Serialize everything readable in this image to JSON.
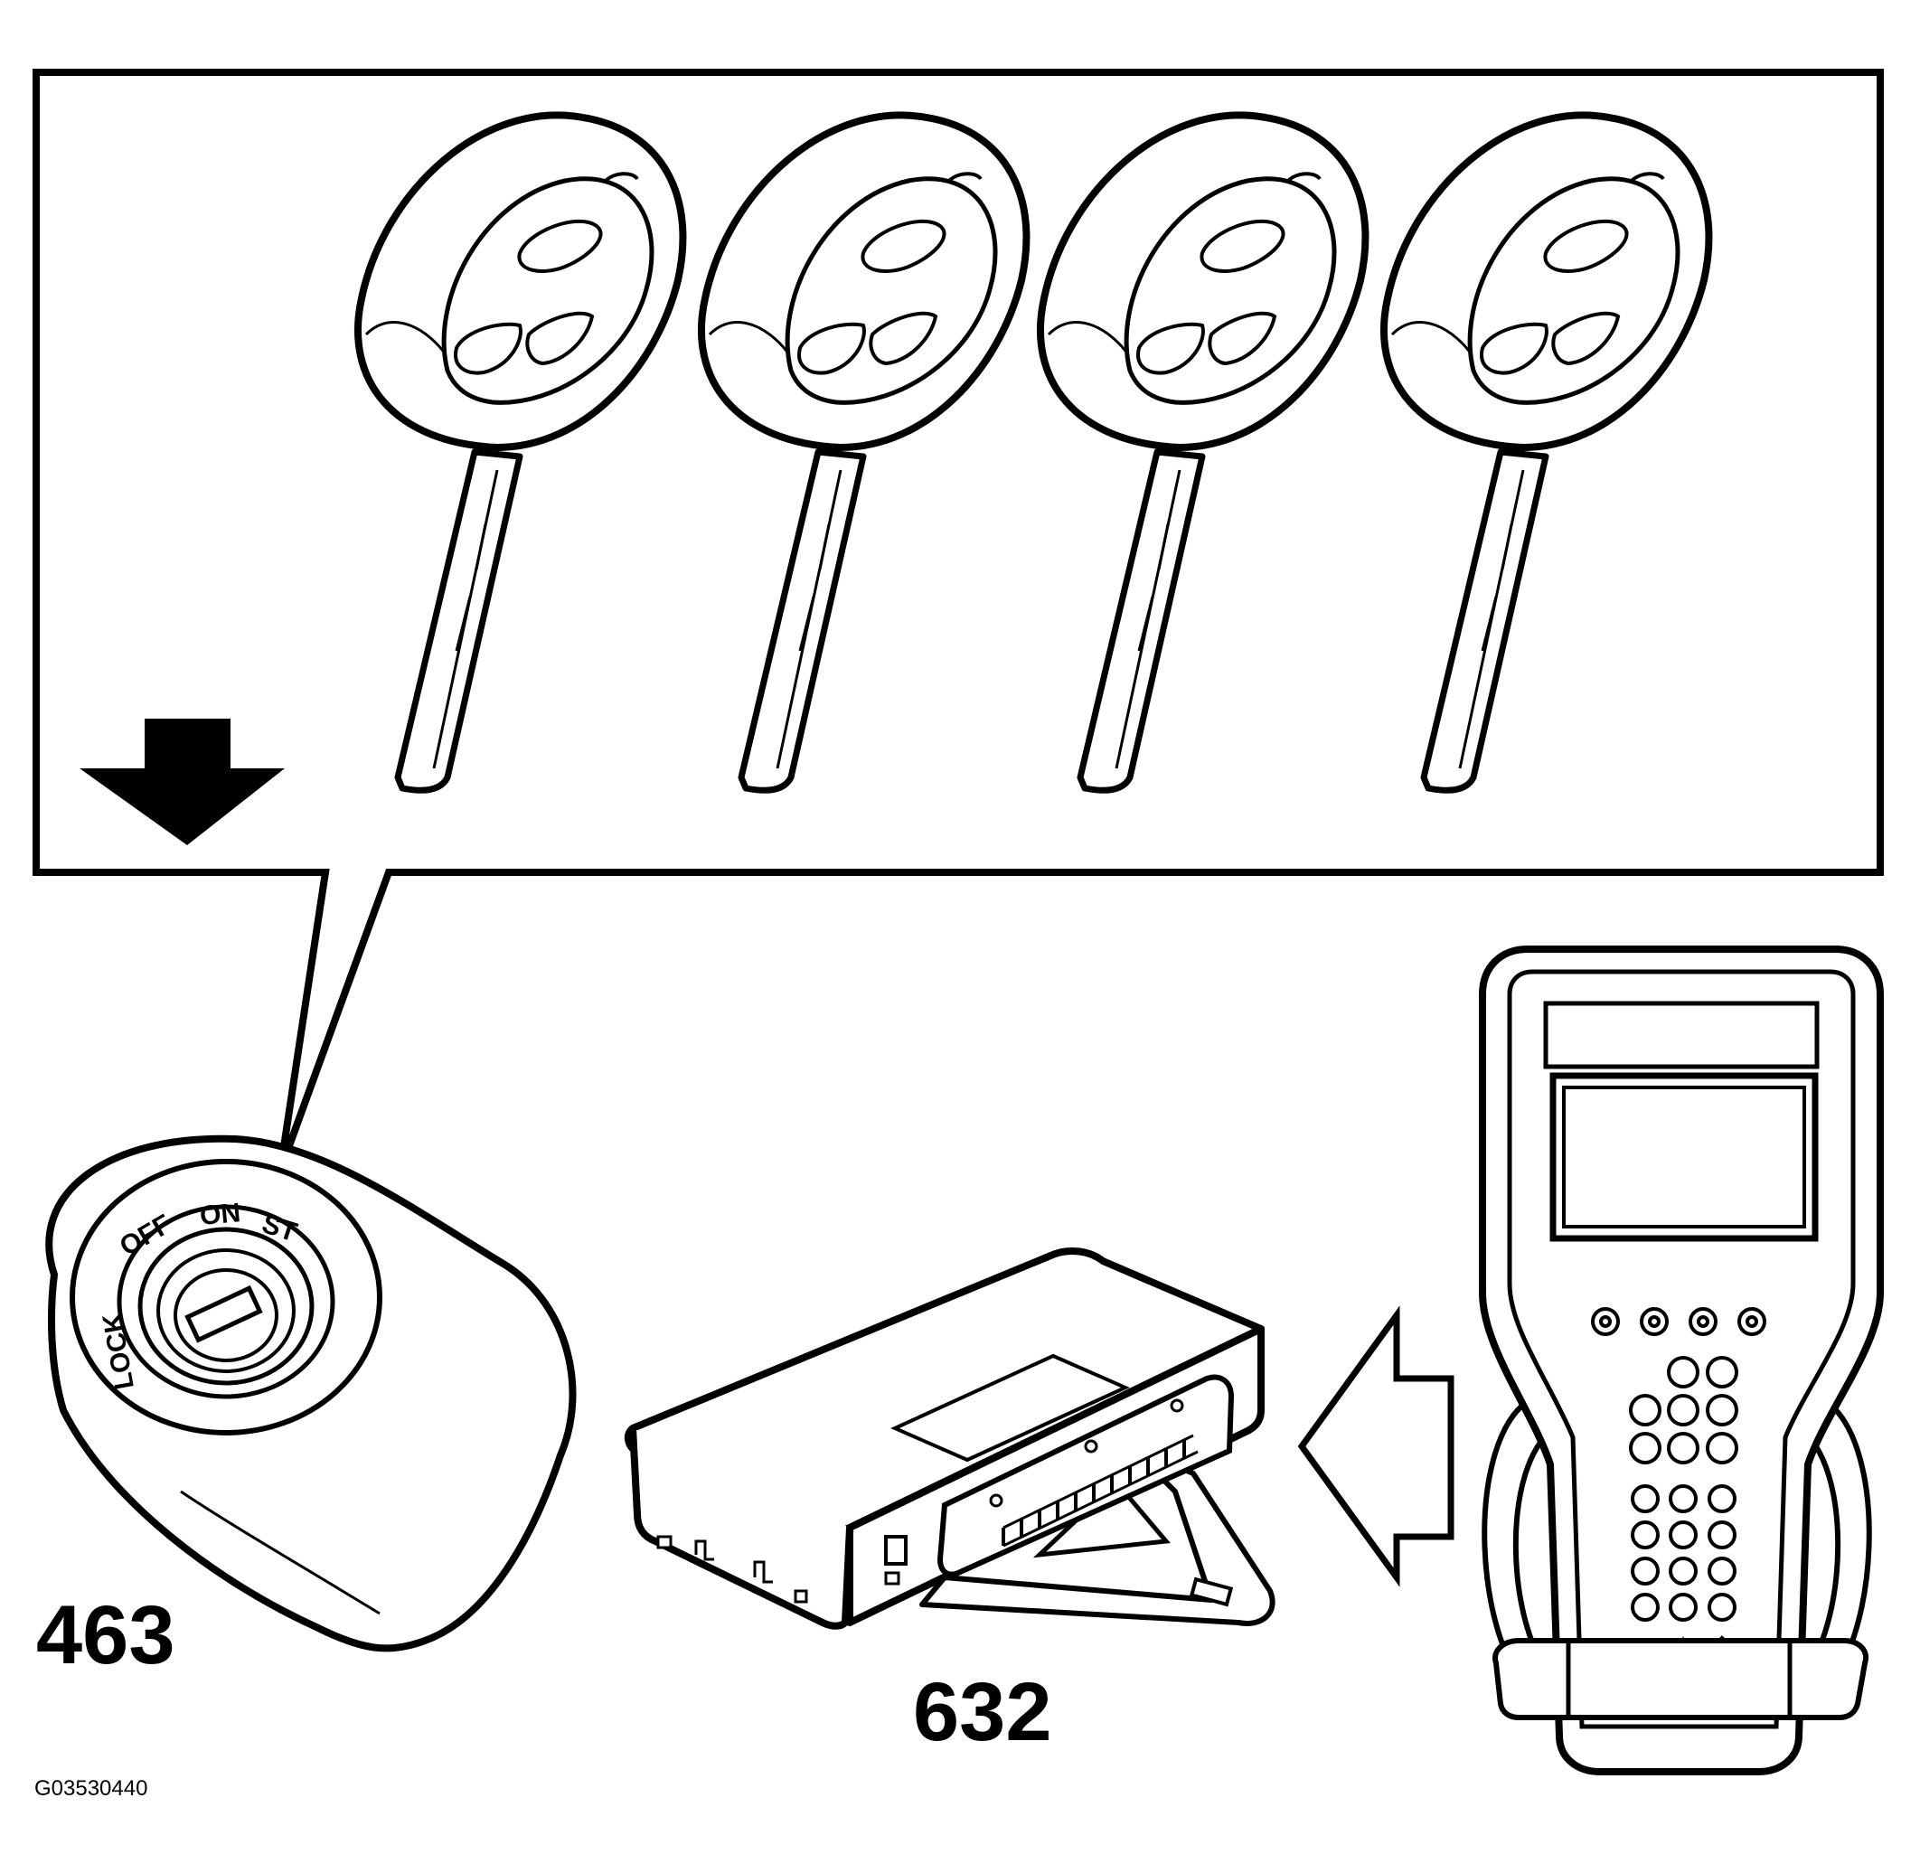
{
  "labels": {
    "ignition_switch": "463",
    "control_module": "632",
    "figure_id": "G03530440"
  },
  "ignition_switch_positions": [
    "LOCK",
    "OFF",
    "ON",
    "ST"
  ],
  "keys": [
    {
      "name": "key-1"
    },
    {
      "name": "key-2"
    },
    {
      "name": "key-3"
    },
    {
      "name": "key-4"
    }
  ],
  "colors": {
    "line": "#000000",
    "background": "#ffffff"
  }
}
